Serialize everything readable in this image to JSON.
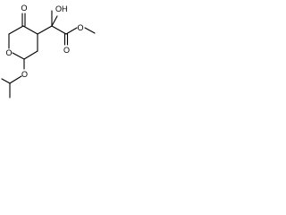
{
  "molecule": {
    "atom_labels": {
      "ketone_oxygen": "O",
      "hydroxyl": "OH",
      "ester_carbonyl_oxygen": "O",
      "ester_ether_oxygen": "O",
      "ring_oxygen": "O",
      "isopropoxy_oxygen": "O"
    },
    "colors": {
      "bond": "#000000",
      "label": "#000000",
      "background": "#ffffff"
    }
  }
}
